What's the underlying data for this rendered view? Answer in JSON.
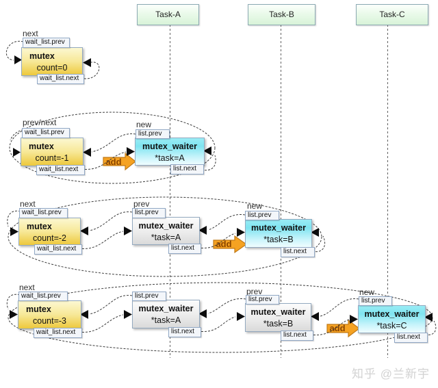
{
  "tasks": [
    {
      "label": "Task-A"
    },
    {
      "label": "Task-B"
    },
    {
      "label": "Task-C"
    }
  ],
  "rows": [
    {
      "mutex": {
        "label": "next",
        "top": "wait_list.prev",
        "title": "mutex",
        "value": "count=0",
        "bottom": "wait_list.next"
      }
    },
    {
      "mutex": {
        "label": "prev/next",
        "top": "wait_list.prev",
        "title": "mutex",
        "value": "count=-1",
        "bottom": "wait_list.next"
      },
      "add": "add",
      "waiters": [
        {
          "label": "new",
          "top": "list.prev",
          "title": "mutex_waiter",
          "value": "*task=A",
          "bottom": "list.next"
        }
      ]
    },
    {
      "mutex": {
        "label": "next",
        "top": "wait_list.prev",
        "title": "mutex",
        "value": "count=-2",
        "bottom": "wait_list.next"
      },
      "add": "add",
      "waiters": [
        {
          "label": "prev",
          "top": "list.prev",
          "title": "mutex_waiter",
          "value": "*task=A",
          "bottom": "list.next"
        },
        {
          "label": "new",
          "top": "list.prev",
          "title": "mutex_waiter",
          "value": "*task=B",
          "bottom": "list.next"
        }
      ]
    },
    {
      "mutex": {
        "label": "next",
        "top": "wait_list.prev",
        "title": "mutex",
        "value": "count=-3",
        "bottom": "wait_list.next"
      },
      "add": "add",
      "waiters": [
        {
          "label": "",
          "top": "list.prev",
          "title": "mutex_waiter",
          "value": "*task=A",
          "bottom": "list.next"
        },
        {
          "label": "prev",
          "top": "list.prev",
          "title": "mutex_waiter",
          "value": "*task=B",
          "bottom": "list.next"
        },
        {
          "label": "new",
          "top": "list.prev",
          "title": "mutex_waiter",
          "value": "*task=C",
          "bottom": "list.next"
        }
      ]
    }
  ],
  "watermark": {
    "text": "知乎 @兰新宇"
  },
  "colors": {
    "accent_orange": "#f5a222",
    "mutex_yellow": "#edc83c",
    "waiter_cyan": "#7fe4f0",
    "task_green": "#d8f3d8"
  }
}
